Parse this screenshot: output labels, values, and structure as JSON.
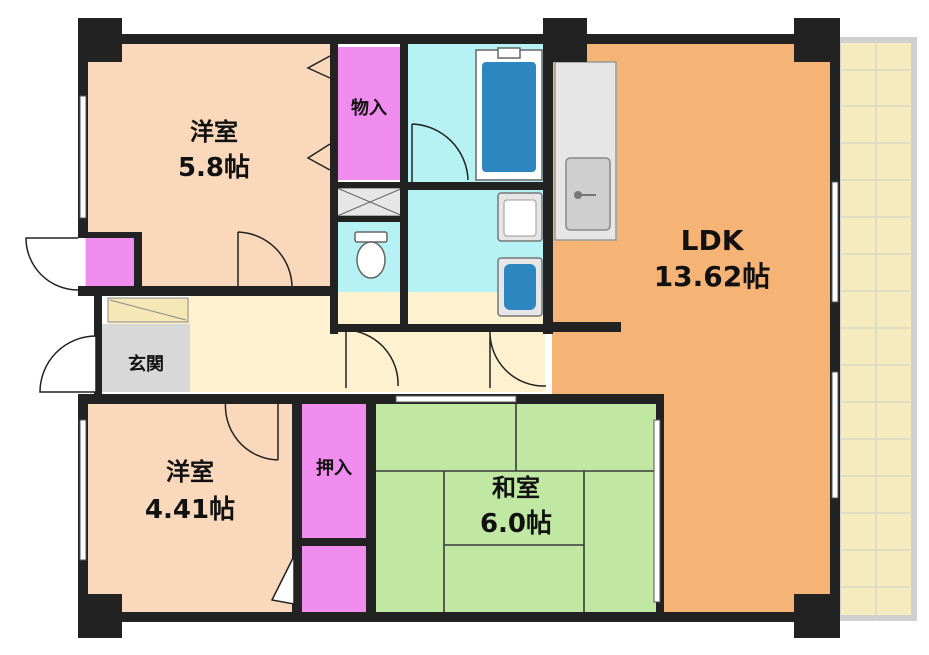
{
  "rooms": {
    "western_top": {
      "name": "洋室",
      "size": "5.8帖"
    },
    "storage_top": {
      "name": "物入"
    },
    "ldk": {
      "name": "LDK",
      "size": "13.62帖"
    },
    "entrance": {
      "name": "玄関"
    },
    "western_bottom": {
      "name": "洋室",
      "size": "4.41帖"
    },
    "closet": {
      "name": "押入"
    },
    "japanese": {
      "name": "和室",
      "size": "6.0帖"
    }
  },
  "colors": {
    "wood_room": "#FAD8BC",
    "ldk": "#F6B376",
    "storage": "#F08CEE",
    "wet_area": "#B6F2F4",
    "entrance": "#D8D8D8",
    "hall": "#FDF1CF",
    "tatami": "#C1E8A2",
    "balcony": "#F6EBBE",
    "wall": "#222222"
  }
}
